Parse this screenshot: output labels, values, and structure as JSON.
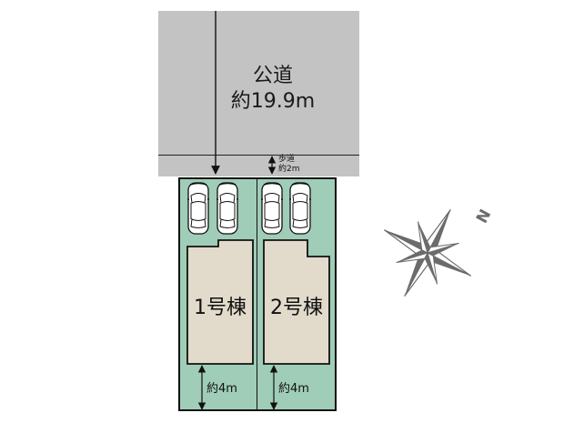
{
  "road": {
    "label_line1": "公道",
    "label_line2": "約19.9m",
    "color": "#c3c3c3"
  },
  "sidewalk": {
    "label_line1": "歩道",
    "label_line2": "約2m"
  },
  "lots": [
    {
      "house_label": "1号棟",
      "setback_label": "約4m",
      "parking_spaces": 2
    },
    {
      "house_label": "2号棟",
      "setback_label": "約4m",
      "parking_spaces": 2
    }
  ],
  "colors": {
    "lot_green": "#9fcdb7",
    "house_beige": "#e2dacb",
    "outline": "#111111",
    "compass": "#6b6b6b"
  },
  "compass": {
    "north_label": "N"
  }
}
